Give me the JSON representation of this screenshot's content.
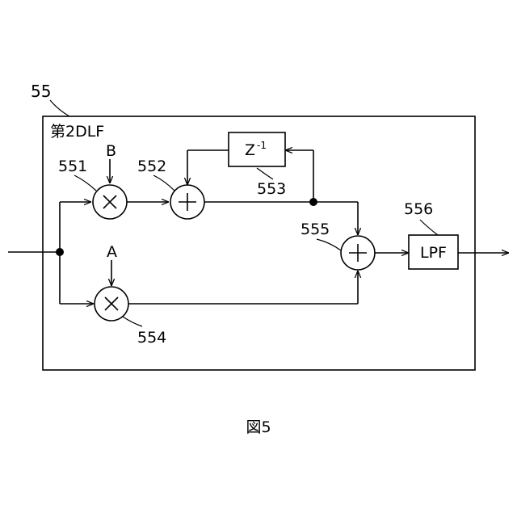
{
  "diagram": {
    "block_ref": "55",
    "block_title": "第2DLF",
    "inputs": {
      "b": "B",
      "a": "A"
    },
    "refs": {
      "mult_551": "551",
      "add_552": "552",
      "delay_553": "553",
      "mult_554": "554",
      "add_555": "555",
      "lpf_556": "556"
    },
    "delay_label": {
      "base": "Z",
      "exp": "-1"
    },
    "lpf_label": "LPF"
  },
  "figure": {
    "caption": "図5"
  }
}
